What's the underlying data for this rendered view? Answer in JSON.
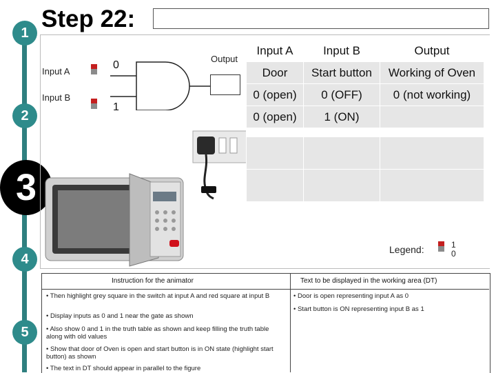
{
  "title": "Step 22:",
  "steps": [
    "1",
    "2",
    "3",
    "4",
    "5"
  ],
  "circuit": {
    "input_a_label": "Input A",
    "input_b_label": "Input B",
    "input_a_value": "0",
    "input_b_value": "1",
    "output_label": "Output"
  },
  "truth_table": {
    "headers": [
      "Input A",
      "Input B",
      "Output"
    ],
    "subheaders": [
      "Door",
      "Start button",
      "Working of Oven"
    ],
    "rows": [
      [
        "0 (open)",
        "0 (OFF)",
        "0 (not working)"
      ],
      [
        "0 (open)",
        "1 (ON)",
        ""
      ],
      [
        "",
        "",
        ""
      ],
      [
        "",
        "",
        ""
      ]
    ]
  },
  "legend": {
    "label": "Legend:",
    "top_value": "1",
    "bottom_value": "0"
  },
  "instructions": {
    "animator_header": "Instruction for the animator",
    "dt_header": "Text to be displayed in the working area (DT)",
    "animator_items": [
      "Then highlight grey square in the switch at input A and red square at input B",
      "Display inputs as 0 and 1 near the gate as shown",
      "Also show 0 and 1 in the truth table as shown and keep filling the truth table along with old values",
      "Show that door of Oven is open and start button is in ON state (highlight start button) as shown",
      "The text in DT should appear in parallel to the figure"
    ],
    "dt_items": [
      "Door is open representing input A as 0",
      "Start button is ON representing input B as 1"
    ]
  },
  "colors": {
    "teal": "#2e8b8b",
    "switch_red": "#c41f1f",
    "switch_grey": "#8b8b8b",
    "cell_grey": "#e6e6e6"
  }
}
